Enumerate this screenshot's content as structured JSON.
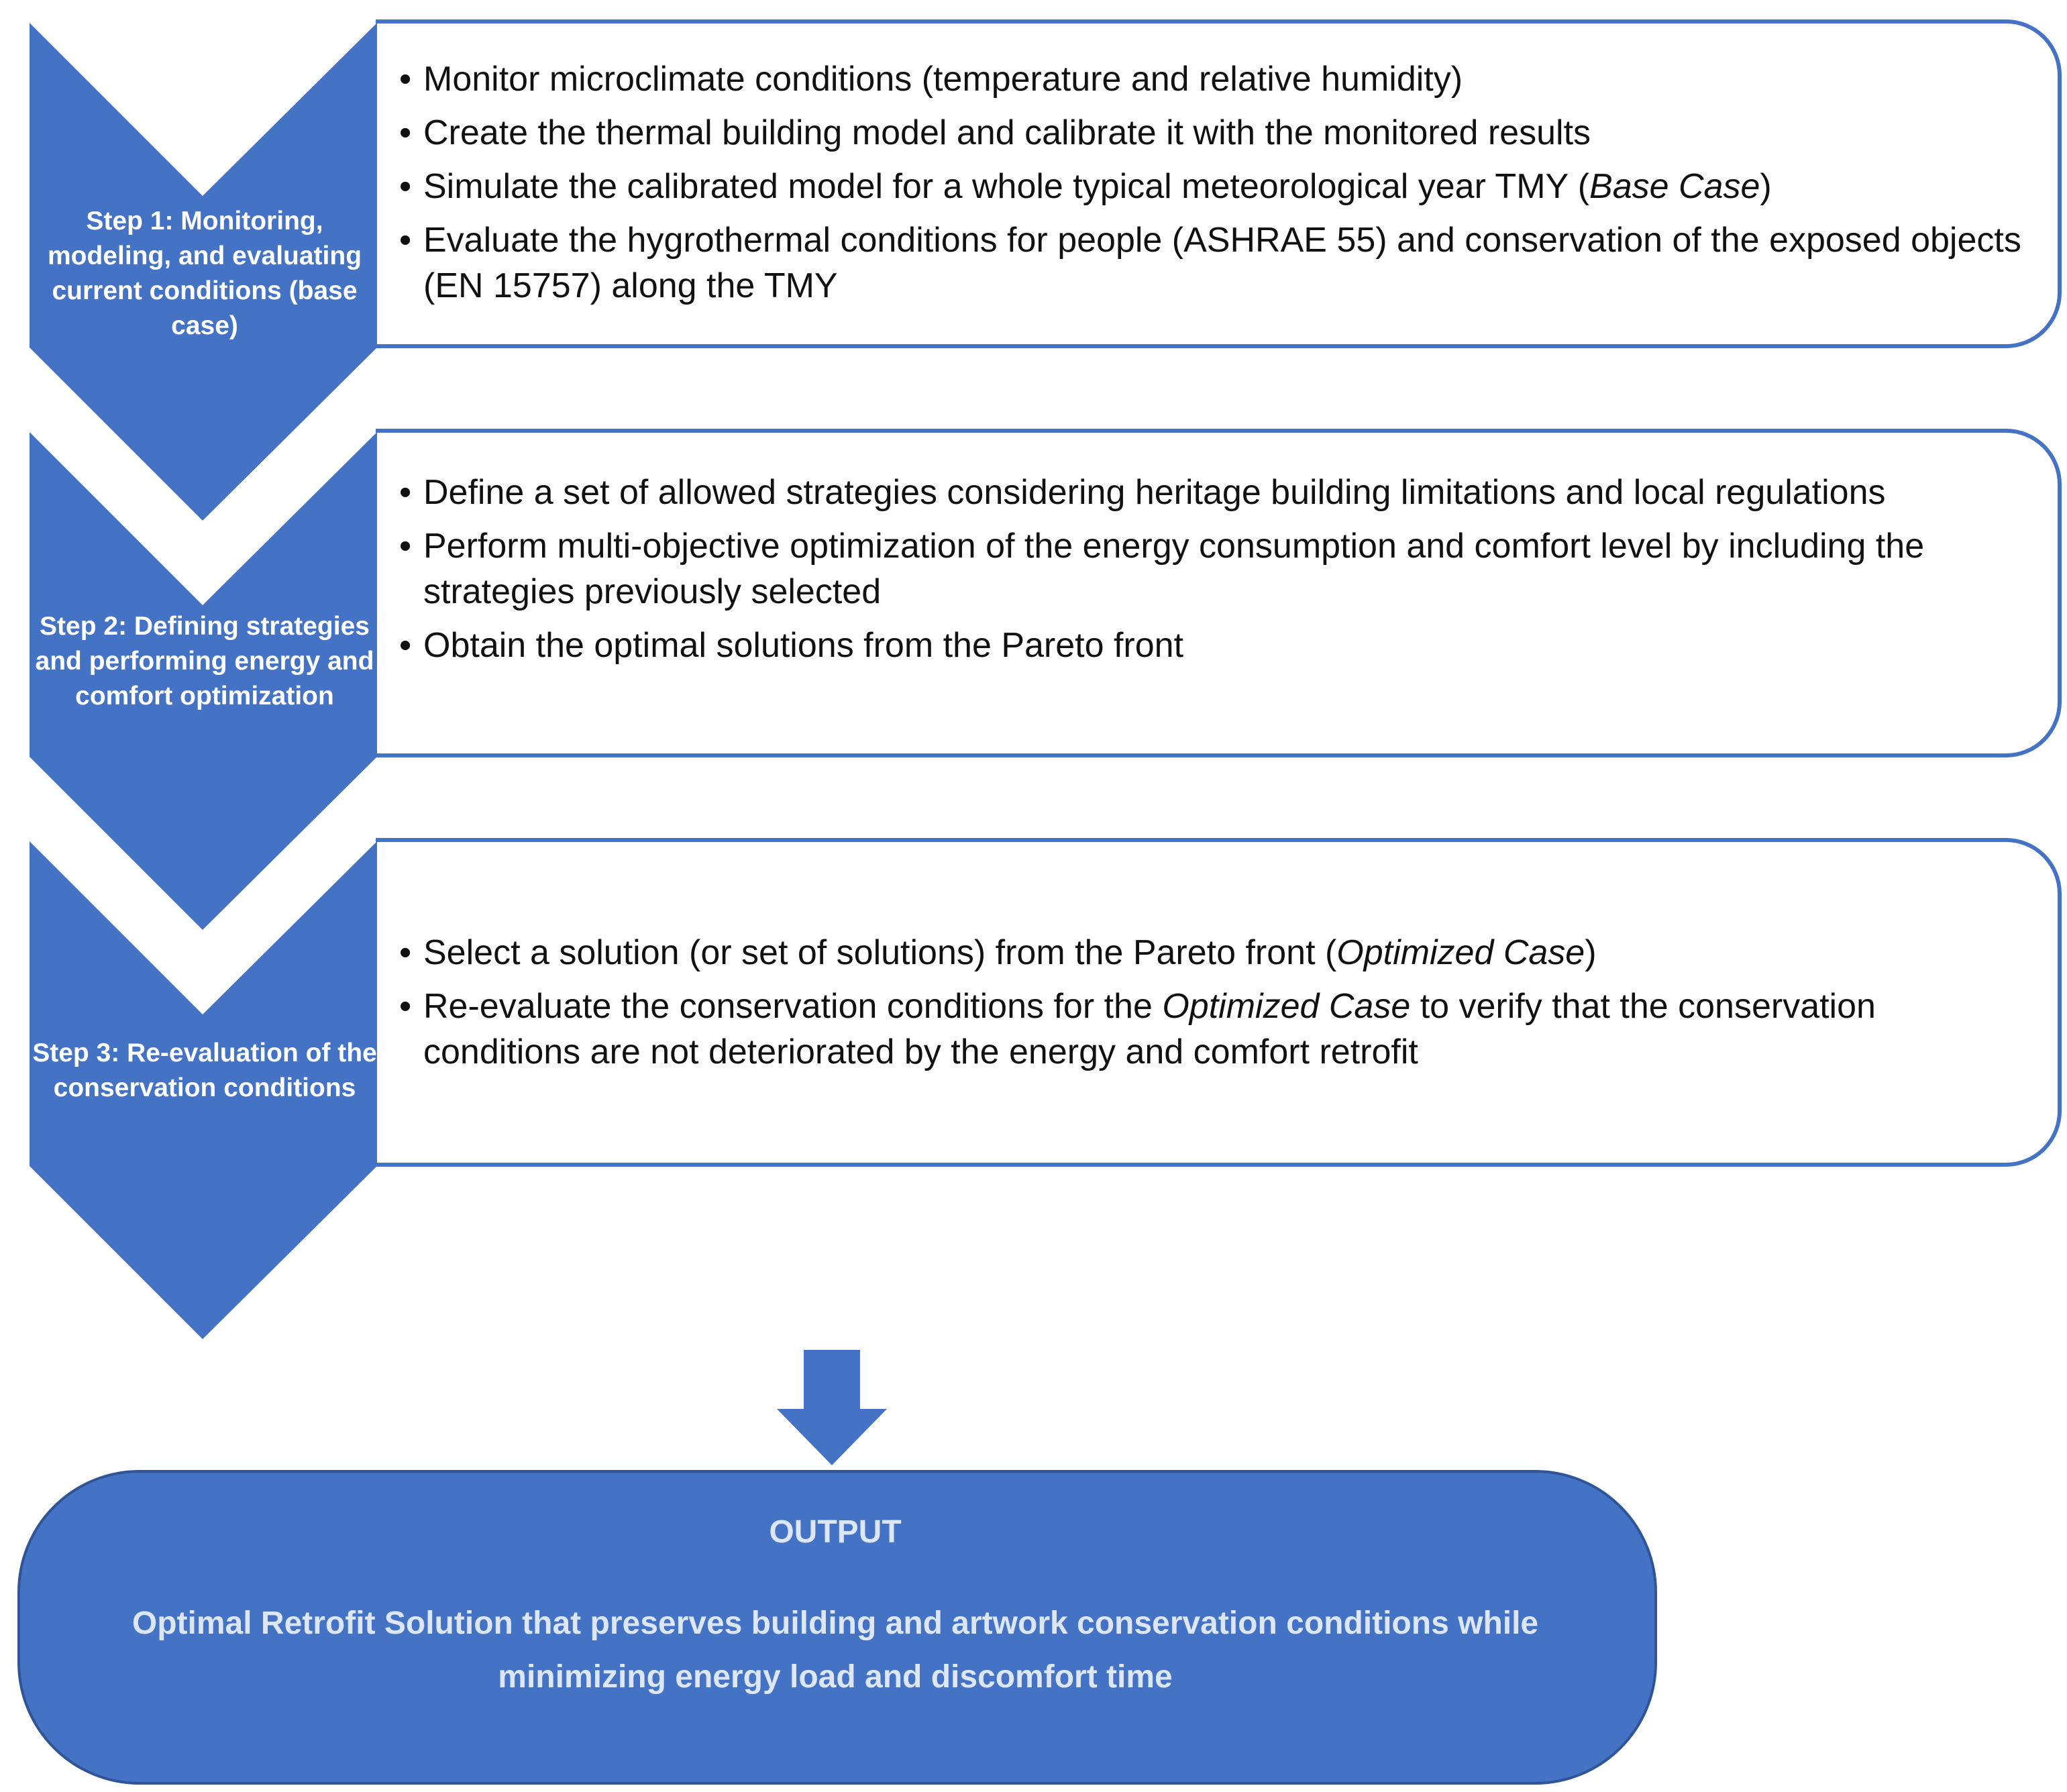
{
  "colors": {
    "chevron": "#4472c4",
    "box_border": "#4472c4",
    "output_fill": "#4472c4",
    "output_text": "#dde6f5"
  },
  "steps": [
    {
      "label": "Step 1: Monitoring, modeling, and evaluating current conditions (base case)",
      "bullets": [
        [
          {
            "t": "Monitor microclimate conditions (temperature and relative humidity)"
          }
        ],
        [
          {
            "t": "Create the thermal building model and calibrate it with the monitored results"
          }
        ],
        [
          {
            "t": "Simulate the calibrated model for a whole typical meteorological year TMY ("
          },
          {
            "t": "Base Case",
            "i": true
          },
          {
            "t": ")"
          }
        ],
        [
          {
            "t": "Evaluate the hygrothermal conditions for people (ASHRAE 55) and conservation of the exposed objects (EN 15757) along the TMY"
          }
        ]
      ]
    },
    {
      "label": "Step 2: Defining strategies and performing energy and comfort optimization",
      "bullets": [
        [
          {
            "t": "Define a set of allowed strategies considering heritage building limitations and local regulations"
          }
        ],
        [
          {
            "t": "Perform multi-objective optimization of the energy consumption and comfort level by including the strategies previously selected"
          }
        ],
        [
          {
            "t": "Obtain the optimal solutions from the Pareto front"
          }
        ]
      ]
    },
    {
      "label": "Step 3: Re-evaluation of the conservation conditions",
      "bullets": [
        [
          {
            "t": "Select a solution (or set of solutions) from the Pareto front ("
          },
          {
            "t": "Optimized Case",
            "i": true
          },
          {
            "t": ")"
          }
        ],
        [
          {
            "t": "Re-evaluate the conservation conditions for the "
          },
          {
            "t": "Optimized Case",
            "i": true
          },
          {
            "t": " to verify that the conservation conditions are not deteriorated by the energy and comfort retrofit"
          }
        ]
      ]
    }
  ],
  "output": {
    "title": "OUTPUT",
    "text": "Optimal Retrofit Solution that preserves building and artwork conservation conditions while minimizing energy load and discomfort time"
  }
}
